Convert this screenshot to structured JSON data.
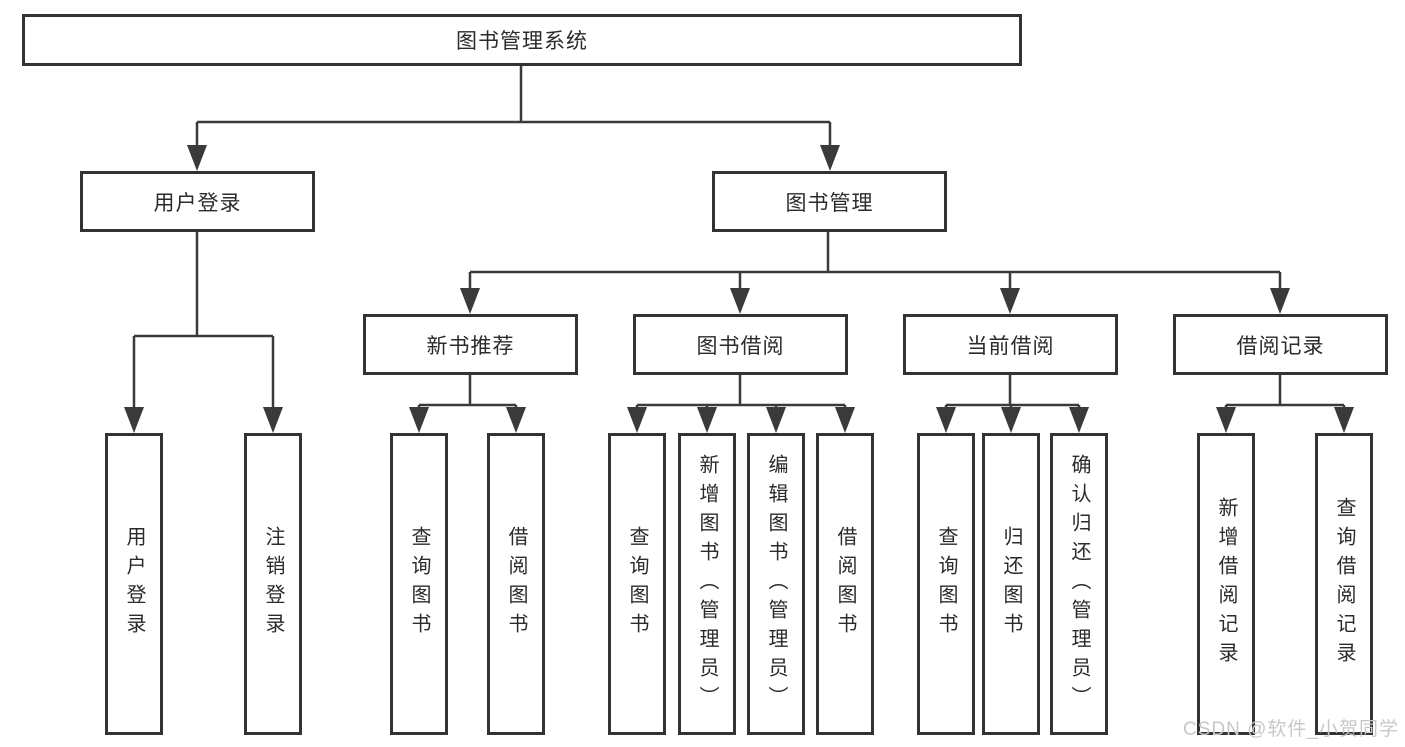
{
  "tree": {
    "root": "图书管理系统",
    "branches": [
      {
        "label": "用户登录",
        "leaves": [
          "用户登录",
          "注销登录"
        ]
      },
      {
        "label": "图书管理",
        "groups": [
          {
            "label": "新书推荐",
            "leaves": [
              "查询图书",
              "借阅图书"
            ]
          },
          {
            "label": "图书借阅",
            "leaves": [
              "查询图书",
              "新增图书（管理员）",
              "编辑图书（管理员）",
              "借阅图书"
            ]
          },
          {
            "label": "当前借阅",
            "leaves": [
              "查询图书",
              "归还图书",
              "确认归还（管理员）"
            ]
          },
          {
            "label": "借阅记录",
            "leaves": [
              "新增借阅记录",
              "查询借阅记录"
            ]
          }
        ]
      }
    ]
  },
  "watermark": "CSDN @软件_小贺同学",
  "colors": {
    "line": "#3a3a3a",
    "box_border": "#333333",
    "text": "#2b2b2b",
    "background": "#ffffff",
    "watermark": "#c8c8c8"
  }
}
